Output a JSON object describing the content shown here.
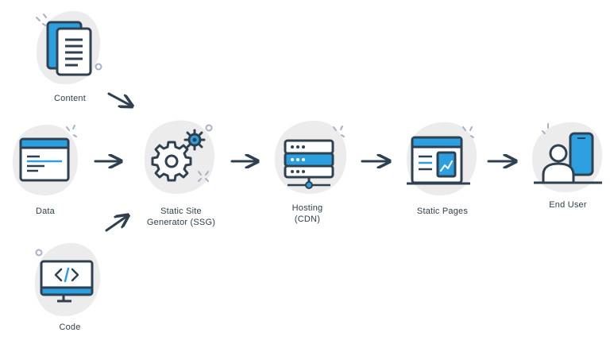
{
  "nodes": {
    "content": {
      "label": "Content"
    },
    "data": {
      "label": "Data"
    },
    "code": {
      "label": "Code"
    },
    "ssg": {
      "label": "Static Site\nGenerator (SSG)"
    },
    "hosting": {
      "label": "Hosting\n(CDN)"
    },
    "pages": {
      "label": "Static Pages"
    },
    "user": {
      "label": "End User"
    }
  },
  "colors": {
    "blob": "#ececec",
    "outline": "#2f4150",
    "blue": "#2b9fe0",
    "light_blue": "#7fc4ee",
    "white": "#ffffff",
    "sparkle": "#a9b0c8"
  }
}
